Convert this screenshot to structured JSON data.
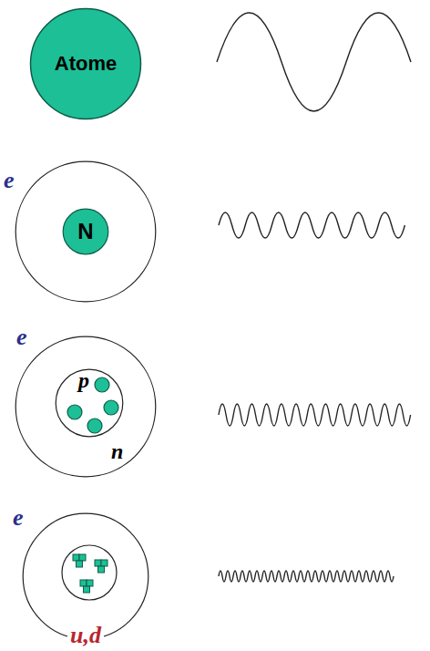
{
  "diagram": {
    "nodes": [
      {
        "text": [
          "Atome"
        ]
      },
      {
        "text": [
          "e"
        ]
      },
      {
        "text": [
          "N"
        ],
        "in": 1
      },
      {
        "text": [
          "e"
        ]
      },
      {
        "text": [
          "p",
          "n"
        ],
        "in": 3
      },
      {
        "text": [
          "e",
          "u,d"
        ]
      }
    ]
  }
}
